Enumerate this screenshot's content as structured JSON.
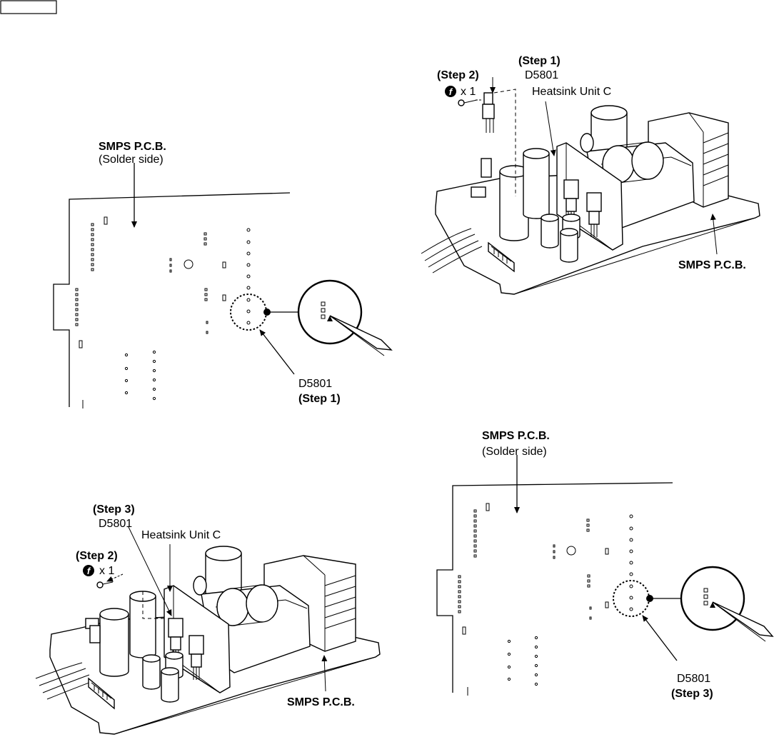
{
  "diagrams": {
    "top_left": {
      "board_label": "SMPS P.C.B.",
      "side_label": "(Solder side)",
      "part": "D5801",
      "step": "(Step 1)"
    },
    "top_right": {
      "step_a": "(Step 1)",
      "part": "D5801",
      "step_b": "(Step 2)",
      "screw_icon_letter": "f",
      "screw_count": "x 1",
      "heatsink": "Heatsink Unit C",
      "board_label": "SMPS P.C.B."
    },
    "bottom_left": {
      "step_a": "(Step 3)",
      "part": "D5801",
      "heatsink": "Heatsink Unit C",
      "step_b": "(Step 2)",
      "screw_icon_letter": "f",
      "screw_count": "x 1",
      "board_label": "SMPS P.C.B."
    },
    "bottom_right": {
      "board_label": "SMPS P.C.B.",
      "side_label": "(Solder side)",
      "part": "D5801",
      "step": "(Step 3)"
    }
  }
}
